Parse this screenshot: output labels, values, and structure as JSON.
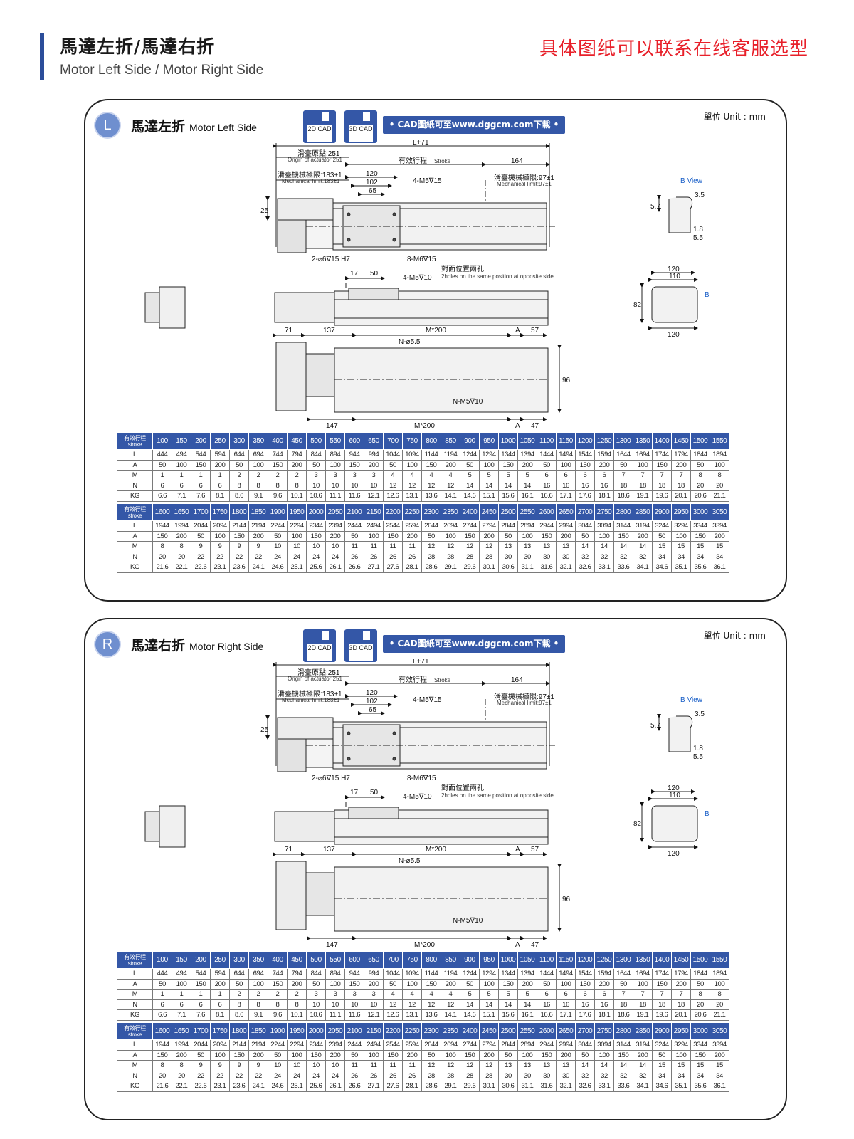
{
  "header": {
    "title": "馬達左折/馬達右折",
    "subtitle": "Motor Left Side / Motor Right Side",
    "right_note": "具体图纸可以联系在线客服选型"
  },
  "common": {
    "unit": "單位 Unit : mm",
    "cad_2d": "2D CAD",
    "cad_3d": "3D CAD",
    "cad_banner": "• CAD圖紙可至www.dggcm.com下載 •"
  },
  "drawing_labels": {
    "l71": "L+71",
    "origin": "滑臺原點:251",
    "origin_en": "Origin of actuator:251",
    "stroke": "有效行程",
    "stroke_en": "Stroke",
    "d164": "164",
    "mech_l": "滑臺機械極限:183±1",
    "mech_l_en": "Mechanical limit:183±1",
    "mech_r": "滑臺機械極限:97±1",
    "mech_r_en": "Mechanical limit:97±1",
    "d120": "120",
    "d102": "102",
    "d65": "65",
    "m5_15": "4-M5∇15",
    "d25": "25",
    "h7": "2-⌀6∇15 H7",
    "m6": "8-M6∇15",
    "d17": "17",
    "d50": "50",
    "m5_10": "4-M5∇10",
    "opp_holes": "對面位置兩孔",
    "opp_holes_en": "2holes on the same position at opposite side.",
    "d71": "71",
    "d137": "137",
    "m200": "M*200",
    "a": "A",
    "d57": "57",
    "n55": "N-⌀5.5",
    "d96": "96",
    "d147": "147",
    "nm5": "N-M5∇10",
    "d47": "47",
    "bview": "B  View",
    "d35": "3.5",
    "d57s": "5.7",
    "d18": "1.8",
    "d55": "5.5",
    "d110": "110",
    "d82": "82",
    "b": "B"
  },
  "panels": [
    {
      "badge": "L",
      "title": "馬達左折",
      "title_en": "Motor Left Side"
    },
    {
      "badge": "R",
      "title": "馬達右折",
      "title_en": "Motor Right Side"
    }
  ],
  "spec_tables": [
    {
      "stroke_label": "有效行程",
      "stroke_label_en": "stroke",
      "strokes": [
        "100",
        "150",
        "200",
        "250",
        "300",
        "350",
        "400",
        "450",
        "500",
        "550",
        "600",
        "650",
        "700",
        "750",
        "800",
        "850",
        "900",
        "950",
        "1000",
        "1050",
        "1100",
        "1150",
        "1200",
        "1250",
        "1300",
        "1350",
        "1400",
        "1450",
        "1500",
        "1550"
      ],
      "rows": [
        {
          "label": "L",
          "values": [
            "444",
            "494",
            "544",
            "594",
            "644",
            "694",
            "744",
            "794",
            "844",
            "894",
            "944",
            "994",
            "1044",
            "1094",
            "1144",
            "1194",
            "1244",
            "1294",
            "1344",
            "1394",
            "1444",
            "1494",
            "1544",
            "1594",
            "1644",
            "1694",
            "1744",
            "1794",
            "1844",
            "1894"
          ]
        },
        {
          "label": "A",
          "values": [
            "50",
            "100",
            "150",
            "200",
            "50",
            "100",
            "150",
            "200",
            "50",
            "100",
            "150",
            "200",
            "50",
            "100",
            "150",
            "200",
            "50",
            "100",
            "150",
            "200",
            "50",
            "100",
            "150",
            "200",
            "50",
            "100",
            "150",
            "200",
            "50",
            "100"
          ]
        },
        {
          "label": "M",
          "values": [
            "1",
            "1",
            "1",
            "1",
            "2",
            "2",
            "2",
            "2",
            "3",
            "3",
            "3",
            "3",
            "4",
            "4",
            "4",
            "4",
            "5",
            "5",
            "5",
            "5",
            "6",
            "6",
            "6",
            "6",
            "7",
            "7",
            "7",
            "7",
            "8",
            "8"
          ]
        },
        {
          "label": "N",
          "values": [
            "6",
            "6",
            "6",
            "6",
            "8",
            "8",
            "8",
            "8",
            "10",
            "10",
            "10",
            "10",
            "12",
            "12",
            "12",
            "12",
            "14",
            "14",
            "14",
            "14",
            "16",
            "16",
            "16",
            "16",
            "18",
            "18",
            "18",
            "18",
            "20",
            "20"
          ]
        },
        {
          "label": "KG",
          "values": [
            "6.6",
            "7.1",
            "7.6",
            "8.1",
            "8.6",
            "9.1",
            "9.6",
            "10.1",
            "10.6",
            "11.1",
            "11.6",
            "12.1",
            "12.6",
            "13.1",
            "13.6",
            "14.1",
            "14.6",
            "15.1",
            "15.6",
            "16.1",
            "16.6",
            "17.1",
            "17.6",
            "18.1",
            "18.6",
            "19.1",
            "19.6",
            "20.1",
            "20.6",
            "21.1"
          ]
        }
      ]
    },
    {
      "stroke_label": "有效行程",
      "stroke_label_en": "stroke",
      "strokes": [
        "1600",
        "1650",
        "1700",
        "1750",
        "1800",
        "1850",
        "1900",
        "1950",
        "2000",
        "2050",
        "2100",
        "2150",
        "2200",
        "2250",
        "2300",
        "2350",
        "2400",
        "2450",
        "2500",
        "2550",
        "2600",
        "2650",
        "2700",
        "2750",
        "2800",
        "2850",
        "2900",
        "2950",
        "3000",
        "3050"
      ],
      "rows": [
        {
          "label": "L",
          "values": [
            "1944",
            "1994",
            "2044",
            "2094",
            "2144",
            "2194",
            "2244",
            "2294",
            "2344",
            "2394",
            "2444",
            "2494",
            "2544",
            "2594",
            "2644",
            "2694",
            "2744",
            "2794",
            "2844",
            "2894",
            "2944",
            "2994",
            "3044",
            "3094",
            "3144",
            "3194",
            "3244",
            "3294",
            "3344",
            "3394"
          ]
        },
        {
          "label": "A",
          "values": [
            "150",
            "200",
            "50",
            "100",
            "150",
            "200",
            "50",
            "100",
            "150",
            "200",
            "50",
            "100",
            "150",
            "200",
            "50",
            "100",
            "150",
            "200",
            "50",
            "100",
            "150",
            "200",
            "50",
            "100",
            "150",
            "200",
            "50",
            "100",
            "150",
            "200"
          ]
        },
        {
          "label": "M",
          "values": [
            "8",
            "8",
            "9",
            "9",
            "9",
            "9",
            "10",
            "10",
            "10",
            "10",
            "11",
            "11",
            "11",
            "11",
            "12",
            "12",
            "12",
            "12",
            "13",
            "13",
            "13",
            "13",
            "14",
            "14",
            "14",
            "14",
            "15",
            "15",
            "15",
            "15"
          ]
        },
        {
          "label": "N",
          "values": [
            "20",
            "20",
            "22",
            "22",
            "22",
            "22",
            "24",
            "24",
            "24",
            "24",
            "26",
            "26",
            "26",
            "26",
            "28",
            "28",
            "28",
            "28",
            "30",
            "30",
            "30",
            "30",
            "32",
            "32",
            "32",
            "32",
            "34",
            "34",
            "34",
            "34"
          ]
        },
        {
          "label": "KG",
          "values": [
            "21.6",
            "22.1",
            "22.6",
            "23.1",
            "23.6",
            "24.1",
            "24.6",
            "25.1",
            "25.6",
            "26.1",
            "26.6",
            "27.1",
            "27.6",
            "28.1",
            "28.6",
            "29.1",
            "29.6",
            "30.1",
            "30.6",
            "31.1",
            "31.6",
            "32.1",
            "32.6",
            "33.1",
            "33.6",
            "34.1",
            "34.6",
            "35.1",
            "35.6",
            "36.1"
          ]
        }
      ]
    }
  ]
}
